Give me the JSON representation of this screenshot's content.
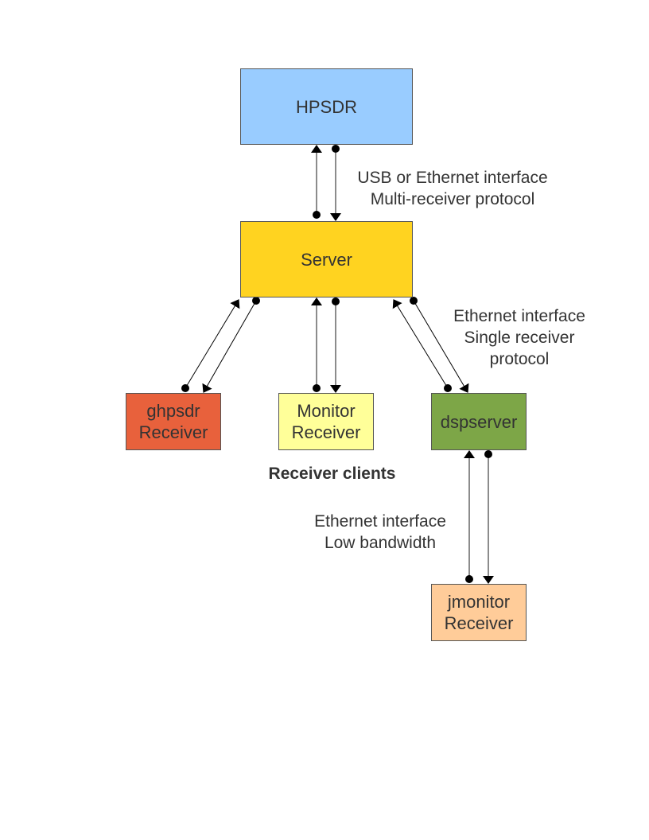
{
  "nodes": {
    "hpsdr": {
      "label": "HPSDR",
      "color": "#99ccff"
    },
    "server": {
      "label": "Server",
      "color": "#ffd320"
    },
    "ghpsdr": {
      "label": "ghpsdr\nReceiver",
      "color": "#e8613c"
    },
    "monitor": {
      "label": "Monitor\nReceiver",
      "color": "#ffff99"
    },
    "dspserver": {
      "label": "dspserver",
      "color": "#7da647"
    },
    "jmonitor": {
      "label": "jmonitor\nReceiver",
      "color": "#ffcc99"
    }
  },
  "labels": {
    "hpsdr_server": "USB or Ethernet interface\nMulti-receiver protocol",
    "server_dspserver": "Ethernet interface\nSingle receiver\nprotocol",
    "receiver_clients": "Receiver clients",
    "dspserver_jmonitor": "Ethernet interface\nLow bandwidth"
  },
  "edges": [
    {
      "from": "server",
      "to": "hpsdr"
    },
    {
      "from": "hpsdr",
      "to": "server"
    },
    {
      "from": "ghpsdr",
      "to": "server"
    },
    {
      "from": "server",
      "to": "ghpsdr"
    },
    {
      "from": "monitor",
      "to": "server"
    },
    {
      "from": "server",
      "to": "monitor"
    },
    {
      "from": "dspserver",
      "to": "server"
    },
    {
      "from": "server",
      "to": "dspserver"
    },
    {
      "from": "jmonitor",
      "to": "dspserver"
    },
    {
      "from": "dspserver",
      "to": "jmonitor"
    }
  ]
}
